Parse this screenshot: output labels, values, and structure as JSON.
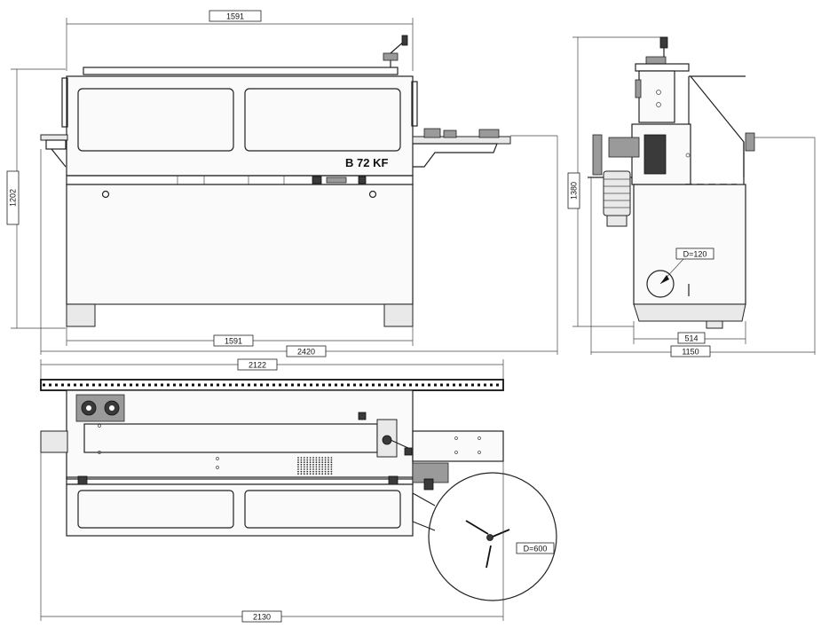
{
  "machine": {
    "model": "B 72 KF"
  },
  "front_view": {
    "width_top": "1591",
    "width_bottom": "1591",
    "overall_width": "2420",
    "height": "1202"
  },
  "side_view": {
    "height": "1380",
    "base_width": "514",
    "overall_width": "1150",
    "port_diameter": "D=120"
  },
  "top_view": {
    "top_length": "2122",
    "bottom_length": "2130",
    "turntable_diameter": "D=600"
  },
  "colors": {
    "line": "#222222",
    "background": "#ffffff",
    "dark_part": "#3a3a3a"
  }
}
